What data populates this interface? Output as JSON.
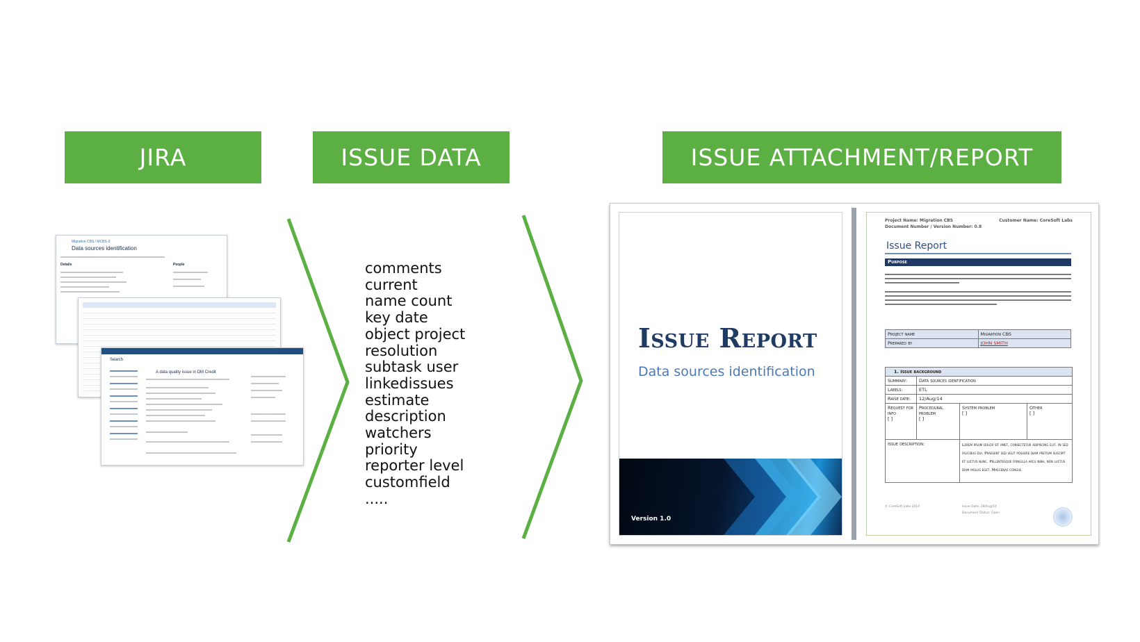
{
  "banners": {
    "jira": "JIRA",
    "issue_data": "ISSUE DATA",
    "attachment": "ISSUE ATTACHMENT/REPORT"
  },
  "fields": [
    "comments",
    "current",
    "name count",
    "key date",
    "object project",
    "resolution",
    "subtask user",
    "linkedissues",
    "estimate",
    "description",
    "watchers",
    "priority",
    "reporter level",
    "customfield",
    "....."
  ],
  "colors": {
    "banner": "#5cb043",
    "chevron": "#5cb043"
  },
  "jira_screens": {
    "issue_title": "Data sources identification",
    "breadcrumb": "Migration CBS / MCBS-3",
    "details_label": "Details",
    "people_label": "People",
    "issue_title_2": "A data quality issue in DM Credit",
    "search_label": "Search"
  },
  "report": {
    "cover_title": "Issue Report",
    "cover_subtitle": "Data sources identification",
    "cover_version": "Version 1.0",
    "header_left_1": "Project Name: Migration CBS",
    "header_left_2": "Document Number / Version Number: 0.8",
    "header_right": "Customer Name: CoreSoft Labs",
    "page_title": "Issue Report",
    "purpose_heading": "Purpose",
    "project_name_label": "Project name",
    "project_name_value": "Migration CBS",
    "prepared_by_label": "Prepared by",
    "prepared_by_value": "JOHN SMITH",
    "background_heading": "1. Issue background",
    "summary_label": "Summary:",
    "summary_value": "Data sources identification",
    "labels_label": "Labels:",
    "labels_value": "ETL",
    "raise_date_label": "Raise date:",
    "raise_date_value": "12/Aug/14",
    "request_label": "Request for info",
    "procedural_label": "Procedural problem",
    "system_label": "System problem",
    "other_label": "Other",
    "checkbox_mark": "[ ]",
    "description_label": "Issue description:",
    "description_value": "Lorem ipsum dolor sit amet, consectetur adipiscing elit. In sed faucibus dui. Praesent sed velit posuere diam pretium suscipit et luctus nunc. Pellentesque fringilla arcu nibh, non luctus diam mollis eget. Maecenas congue",
    "footer_left": "© CoreSoft Labs 2014",
    "footer_mid_1": "Issue Date: 28/Aug/14",
    "footer_mid_2": "Document Status: Open"
  }
}
